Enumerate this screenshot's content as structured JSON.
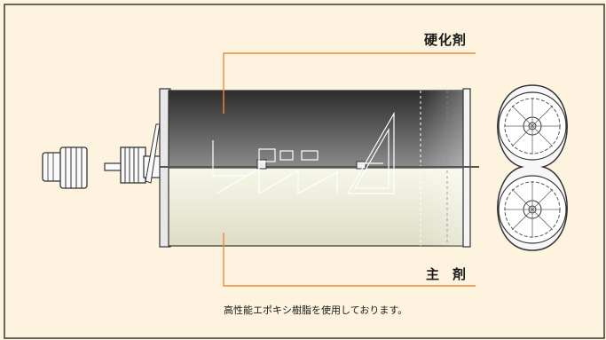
{
  "labels": {
    "hardener": "硬化剤",
    "main_agent": "主　剤",
    "caption": "高性能エポキシ樹脂を使用しております。"
  },
  "colors": {
    "background": "#fdf3df",
    "frame": "#3a3a3a",
    "leader_line": "#f08a3c",
    "hardener_dark": "#2f2f2f",
    "main_agent_light": "#eeeedc"
  }
}
